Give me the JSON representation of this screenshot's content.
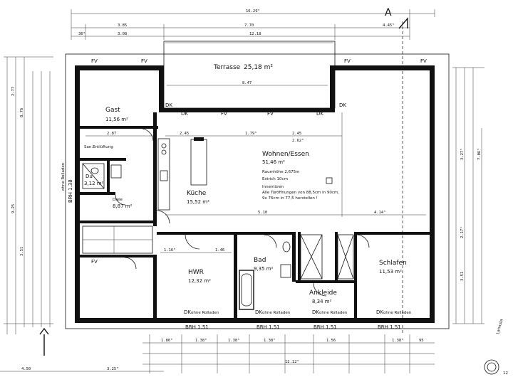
{
  "rooms": {
    "terrasse": {
      "name": "Terrasse",
      "area": "25,18 m²"
    },
    "gast": {
      "name": "Gast",
      "area": "11,56 m²"
    },
    "wohnen": {
      "name": "Wohnen/Essen",
      "area": "51,46 m²"
    },
    "kueche": {
      "name": "Küche",
      "area": "15,52 m²"
    },
    "dusche": {
      "name": "Du",
      "area": "3,12 m²"
    },
    "diele": {
      "name": "Diele",
      "area": "8,87 m²"
    },
    "hwr": {
      "name": "HWR",
      "area": "12,32 m²"
    },
    "bad": {
      "name": "Bad",
      "area": "9,35 m²"
    },
    "schlafen": {
      "name": "Schlafen",
      "area": "11,53 m²"
    },
    "ankleide": {
      "name": "Ankleide",
      "area": "8,34 m²"
    }
  },
  "notes": {
    "raumhoehe": "Raumhöhe 2,675m",
    "estrich": "Estrich 10cm",
    "innenhuren": "Innentüren",
    "tueren_line1": "Alle Türöffnungen von 88,5cm in 90cm,",
    "tueren_line2": "9x 76cm in 77,5 herstellen !",
    "san_entl": "San.Entlüftung",
    "section": "A",
    "brh_left": "BRH 1.38",
    "ohne_rolladen_left": "ohne Rolladen",
    "ohne_rolladen_bot": "ohne Rolladen",
    "dk": "DK",
    "fv": "FV",
    "brh_bot": "BRH 1.51",
    "stamp_1": "Lahnsta",
    "stamp_2": "12"
  },
  "dims": {
    "top_total": "16.29⁵",
    "top_a": "3.85",
    "top_b": "7.70",
    "top_c": "4.45⁵",
    "top_d": "3.08",
    "top_e": "12.18",
    "top_f": "36⁵",
    "ter_w": "8.47",
    "gast_w": "2.87",
    "wohn_a": "2.45",
    "wohn_b": "1.79⁵",
    "wohn_c": "2.45",
    "wohn_d": "2.62⁵",
    "mid_a": "5.10",
    "mid_b": "4.14⁵",
    "hwr_a": "1.16⁵",
    "hwr_b": "1.46",
    "bot_a": "1.86⁵",
    "bot_b": "1.38⁵",
    "bot_c": "1.38⁵",
    "bot_d": "1.38⁵",
    "bot_e": "1.56",
    "bot_f": "1.38⁵",
    "bot_g": "95",
    "bot_total": "12.12⁵",
    "bot_left": "4.50",
    "bot_left2": "3.25⁵",
    "left_a": "2.77",
    "left_b": "8.76",
    "left_c": "9.25",
    "left_d": "3.51",
    "right_a": "3.27⁵",
    "right_b": "7.06⁵",
    "right_c": "2.17⁵",
    "right_d": "3.51"
  }
}
